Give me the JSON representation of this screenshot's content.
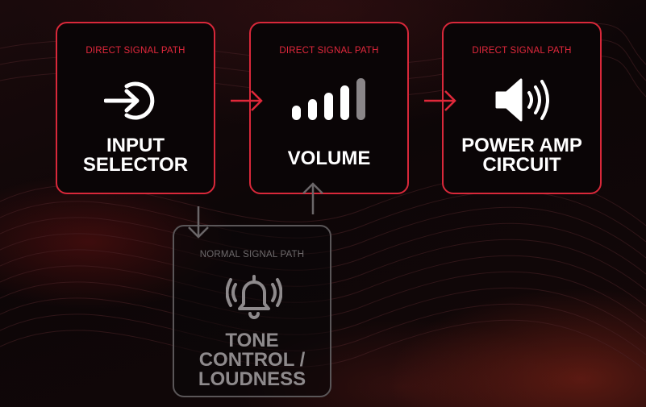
{
  "colors": {
    "direct_border": "#d9283a",
    "direct_label": "#e2283c",
    "normal_border": "#5a5658",
    "normal_text": "#8e8a8c",
    "arrow_red": "#e0283a",
    "arrow_gray": "#6a6668"
  },
  "boxes": {
    "input": {
      "path_label": "DIRECT SIGNAL PATH",
      "title": "INPUT\nSELECTOR",
      "icon": "input-arrow-circle-icon"
    },
    "volume": {
      "path_label": "DIRECT SIGNAL PATH",
      "title": "VOLUME",
      "icon": "volume-bars-icon"
    },
    "power": {
      "path_label": "DIRECT SIGNAL PATH",
      "title": "POWER AMP\nCIRCUIT",
      "icon": "speaker-icon"
    },
    "tone": {
      "path_label": "NORMAL SIGNAL PATH",
      "title": "TONE\nCONTROL /\nLOUDNESS",
      "icon": "ringing-bell-icon"
    }
  }
}
